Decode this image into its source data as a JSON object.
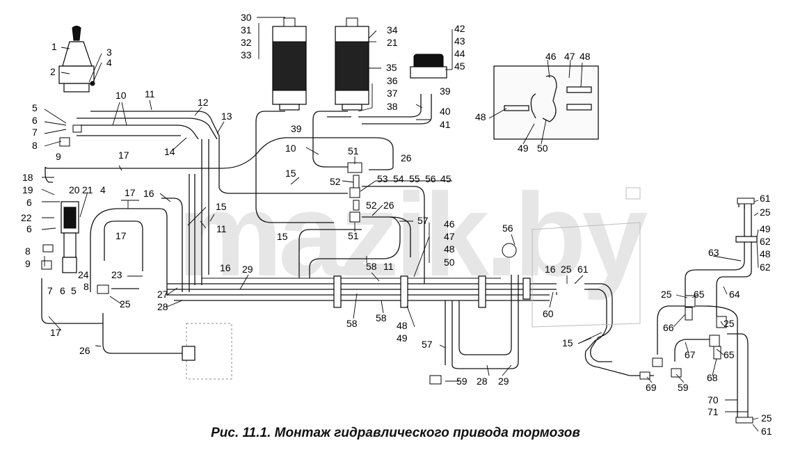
{
  "watermark": "mazik.by",
  "caption": "Рис. 11.1. Монтаж гидравлического привода тормозов",
  "labels": [
    "1",
    "2",
    "3",
    "4",
    "5",
    "6",
    "7",
    "8",
    "9",
    "10",
    "11",
    "12",
    "13",
    "14",
    "15",
    "16",
    "17",
    "18",
    "19",
    "20",
    "21",
    "22",
    "23",
    "24",
    "25",
    "26",
    "27",
    "28",
    "29",
    "30",
    "31",
    "32",
    "33",
    "34",
    "35",
    "36",
    "37",
    "38",
    "39",
    "40",
    "41",
    "42",
    "43",
    "44",
    "45",
    "46",
    "47",
    "48",
    "49",
    "50",
    "51",
    "52",
    "53",
    "54",
    "55",
    "56",
    "57",
    "58",
    "59",
    "60",
    "61",
    "62",
    "63",
    "64",
    "65",
    "66",
    "67",
    "68",
    "69",
    "70",
    "71"
  ]
}
